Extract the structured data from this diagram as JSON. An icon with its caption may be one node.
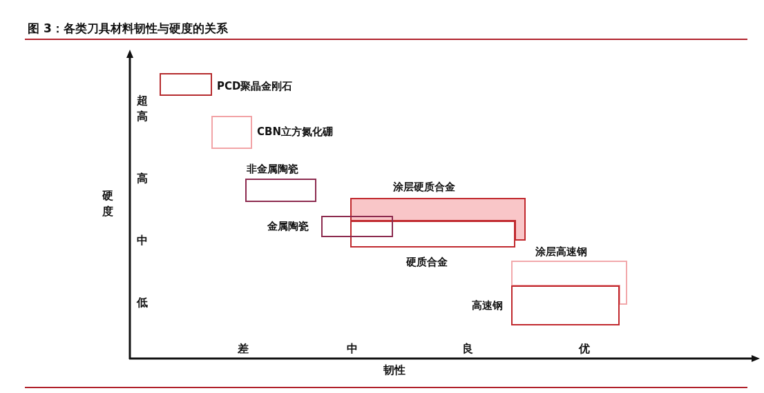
{
  "diagram": {
    "title": "图 3：各类刀具材料韧性与硬度的关系",
    "nodes": [
      {
        "text": [],
        "shape": "box",
        "beside": [
          "PCD聚晶金刚石"
        ]
      },
      {
        "text": [],
        "shape": "box",
        "beside": [
          "CBN立方氮化硼"
        ]
      },
      {
        "text": [],
        "shape": "box",
        "beside": [
          "非金属陶瓷"
        ]
      },
      {
        "text": [],
        "shape": "box",
        "beside": [
          "涂层硬质合金"
        ]
      },
      {
        "text": [],
        "shape": "box",
        "beside": [
          "金属陶瓷"
        ]
      },
      {
        "text": [],
        "shape": "box",
        "beside": [
          "硬质合金"
        ]
      },
      {
        "text": [],
        "shape": "box",
        "beside": [
          "涂层高速钢"
        ]
      },
      {
        "text": [],
        "shape": "box",
        "beside": [
          "高速钢"
        ]
      }
    ],
    "edges": [],
    "labels": [
      "超高",
      "高",
      "中",
      "低",
      "硬度",
      "差",
      "中",
      "良",
      "优",
      "韧性"
    ]
  }
}
